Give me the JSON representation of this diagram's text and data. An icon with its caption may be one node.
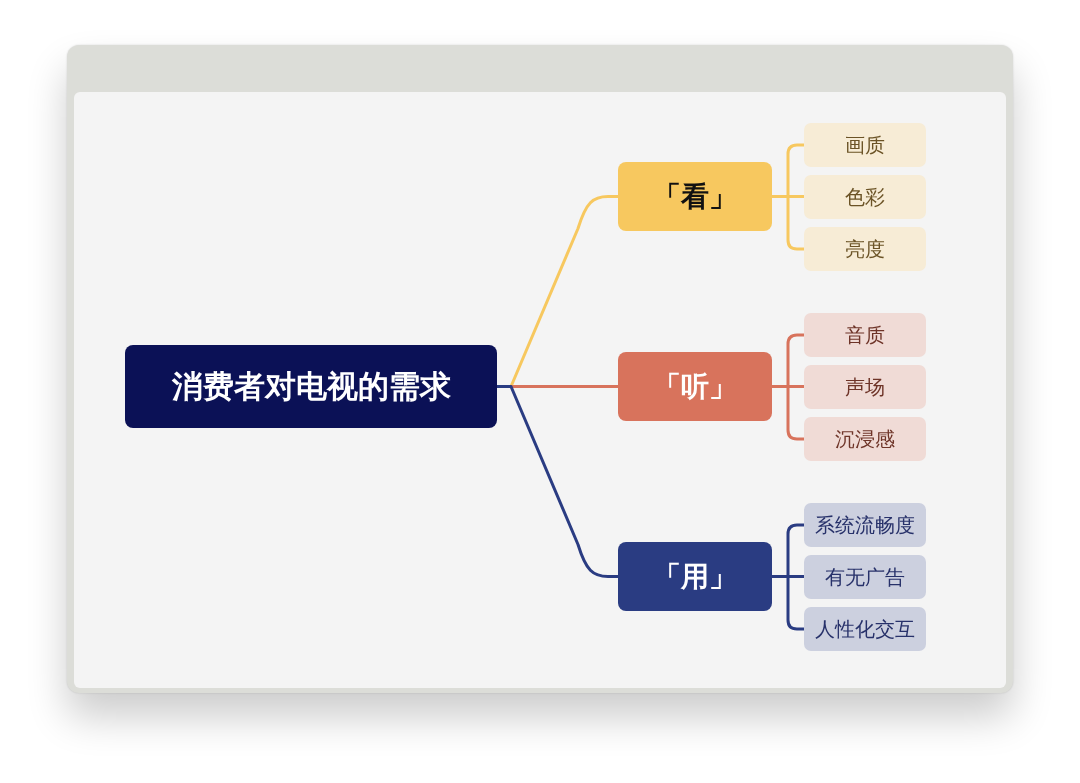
{
  "diagram": {
    "nodes": [
      {
        "text": [
          "消费者对电视的需求"
        ]
      },
      {
        "text": [
          "「看」"
        ]
      },
      {
        "text": [
          "画质"
        ]
      },
      {
        "text": [
          "色彩"
        ]
      },
      {
        "text": [
          "亮度"
        ]
      },
      {
        "text": [
          "「听」"
        ]
      },
      {
        "text": [
          "音质"
        ]
      },
      {
        "text": [
          "声场"
        ]
      },
      {
        "text": [
          "沉浸感"
        ]
      },
      {
        "text": [
          "「用」"
        ]
      },
      {
        "text": [
          "系统流畅度"
        ]
      },
      {
        "text": [
          "有无广告"
        ]
      },
      {
        "text": [
          "人性化交互"
        ]
      }
    ],
    "edges": [
      {
        "from": 0,
        "to": 1,
        "arrow": "none",
        "color": "#f7c85f"
      },
      {
        "from": 1,
        "to": 2,
        "arrow": "none",
        "color": "#f7c85f"
      },
      {
        "from": 1,
        "to": 3,
        "arrow": "none",
        "color": "#f7c85f"
      },
      {
        "from": 1,
        "to": 4,
        "arrow": "none",
        "color": "#f7c85f"
      },
      {
        "from": 0,
        "to": 5,
        "arrow": "none",
        "color": "#d8735c"
      },
      {
        "from": 5,
        "to": 6,
        "arrow": "none",
        "color": "#d8735c"
      },
      {
        "from": 5,
        "to": 7,
        "arrow": "none",
        "color": "#d8735c"
      },
      {
        "from": 5,
        "to": 8,
        "arrow": "none",
        "color": "#d8735c"
      },
      {
        "from": 0,
        "to": 9,
        "arrow": "none",
        "color": "#2a3c82"
      },
      {
        "from": 9,
        "to": 10,
        "arrow": "none",
        "color": "#2a3c82"
      },
      {
        "from": 9,
        "to": 11,
        "arrow": "none",
        "color": "#2a3c82"
      },
      {
        "from": 9,
        "to": 12,
        "arrow": "none",
        "color": "#2a3c82"
      }
    ]
  }
}
